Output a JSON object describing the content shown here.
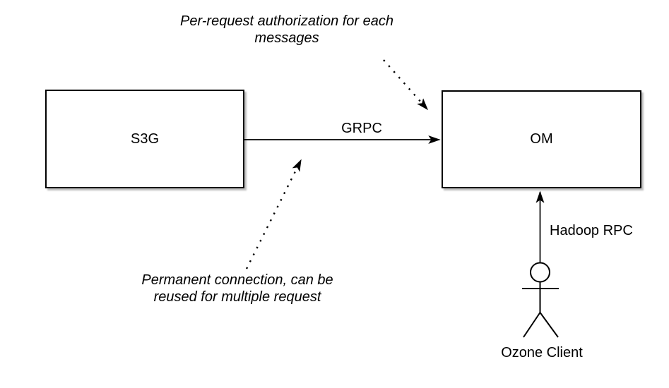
{
  "diagram": {
    "nodes": {
      "s3g": {
        "label": "S3G"
      },
      "om": {
        "label": "OM"
      }
    },
    "actor": {
      "label": "Ozone Client"
    },
    "edges": {
      "grpc": {
        "label": "GRPC",
        "style": "solid-arrow",
        "from": "S3G",
        "to": "OM"
      },
      "hadoop_rpc": {
        "label": "Hadoop RPC",
        "style": "solid-arrow",
        "from": "Ozone Client",
        "to": "OM"
      }
    },
    "annotations": {
      "top": {
        "text": "Per-request authorization for each\nmessages",
        "arrow_style": "dotted",
        "points_to": "OM"
      },
      "bottom": {
        "text": "Permanent connection, can be\nreused for multiple request",
        "arrow_style": "dotted",
        "points_to": "GRPC"
      }
    },
    "colors": {
      "stroke": "#000000",
      "node_fill": "#ffffff",
      "shadow": "#cccccc",
      "background": "#ffffff"
    }
  }
}
